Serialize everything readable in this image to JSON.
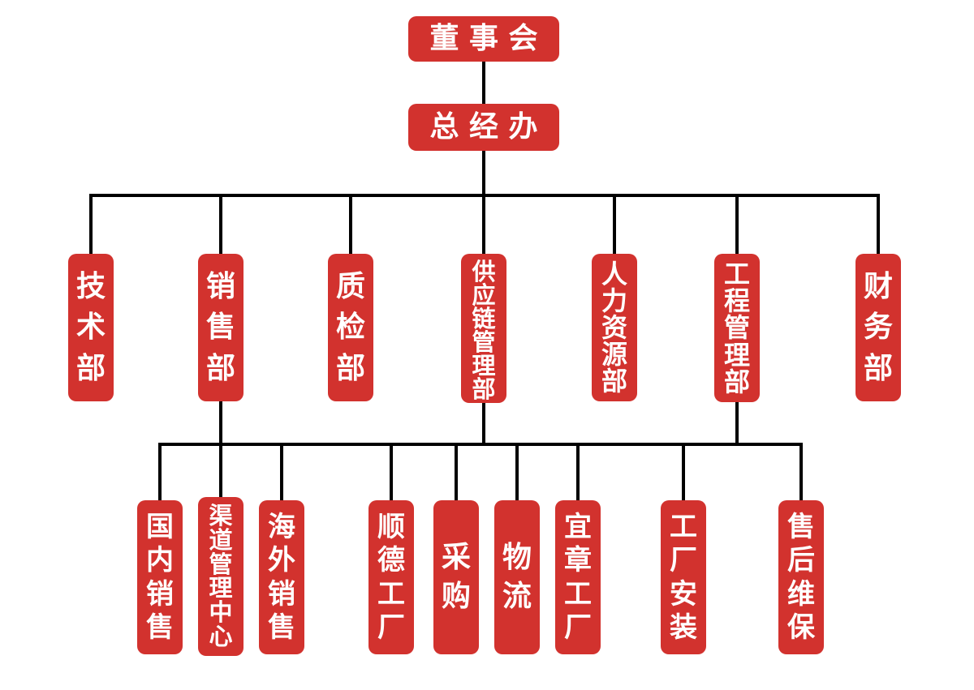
{
  "style": {
    "node_color": "#d2322e",
    "text_color": "#ffffff",
    "line_color": "#000000",
    "background_color": "#ffffff"
  },
  "org": {
    "board": {
      "label": "董事会"
    },
    "general_office": {
      "label": "总经办"
    },
    "departments": [
      {
        "label": "技术部"
      },
      {
        "label": "销售部"
      },
      {
        "label": "质检部"
      },
      {
        "label": "供应链管理部"
      },
      {
        "label": "人力资源部"
      },
      {
        "label": "工程管理部"
      },
      {
        "label": "财务部"
      }
    ],
    "teams": [
      {
        "label": "国内销售",
        "parent": "销售部"
      },
      {
        "label": "渠道管理中心",
        "parent": "销售部"
      },
      {
        "label": "海外销售",
        "parent": "销售部"
      },
      {
        "label": "顺德工厂",
        "parent": "供应链管理部"
      },
      {
        "label": "采购",
        "parent": "供应链管理部"
      },
      {
        "label": "物流",
        "parent": "供应链管理部"
      },
      {
        "label": "宜章工厂",
        "parent": "供应链管理部"
      },
      {
        "label": "工厂安装",
        "parent": "工程管理部"
      },
      {
        "label": "售后维保",
        "parent": "工程管理部"
      }
    ]
  }
}
